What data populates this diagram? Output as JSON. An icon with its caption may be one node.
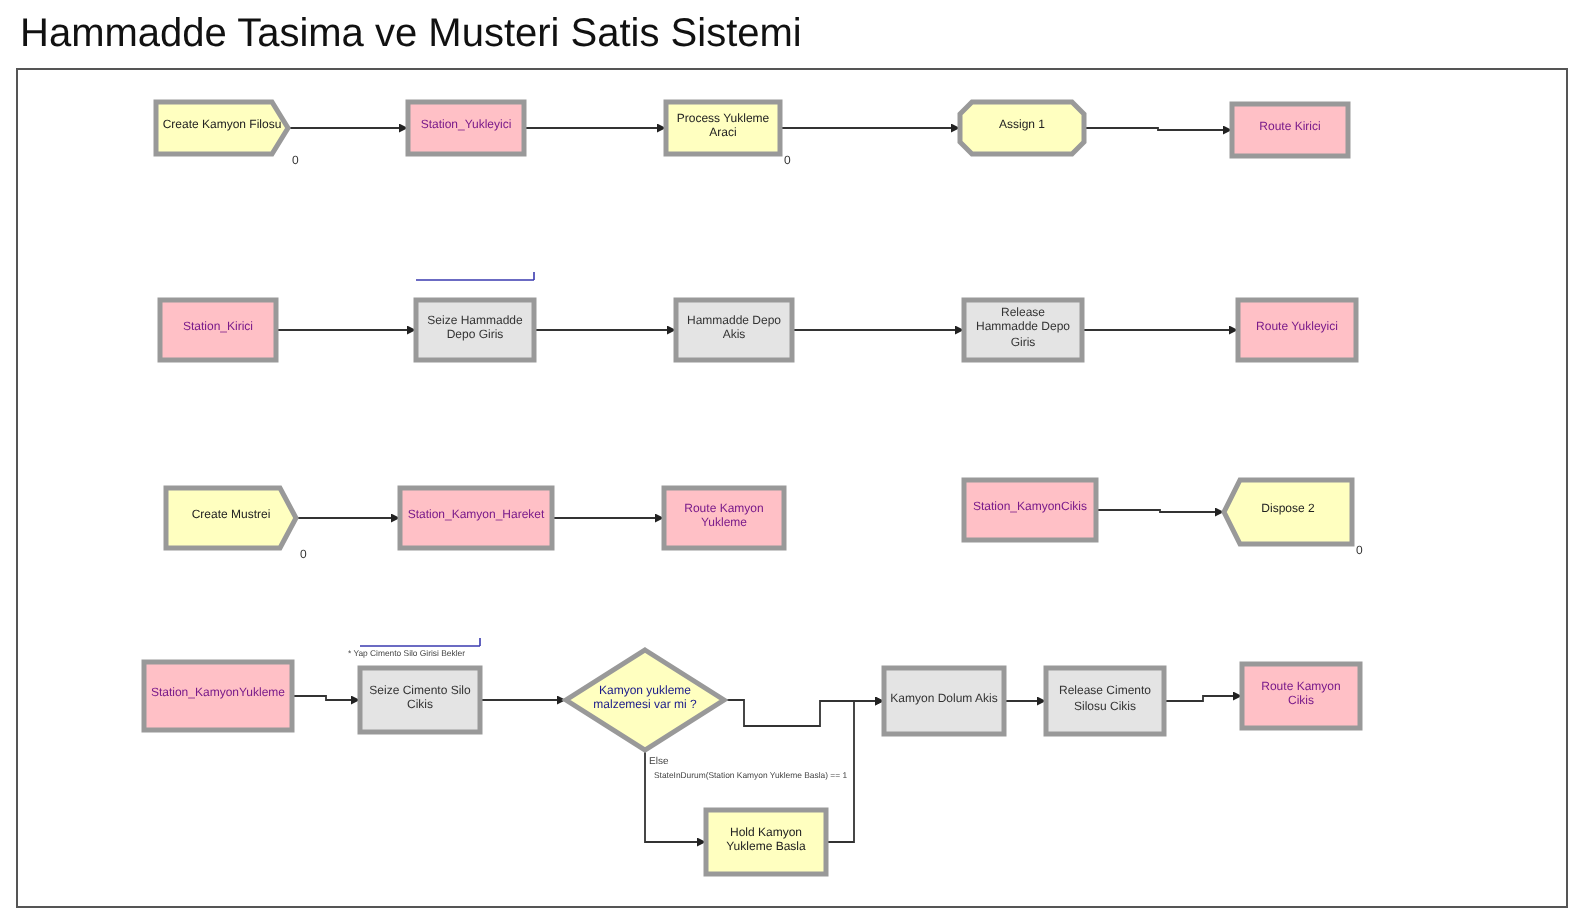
{
  "diagram": {
    "title": "Hammadde Tasima ve Musteri Satis Sistemi",
    "nodes": [
      {
        "text": [
          "Create Kamyon Filosu"
        ],
        "beside": [
          "0"
        ]
      },
      {
        "text": [
          "Station_Yukleyici"
        ]
      },
      {
        "text": [
          "Process Yukleme Araci"
        ],
        "beside": [
          "0"
        ]
      },
      {
        "text": [
          "Assign 1"
        ]
      },
      {
        "text": [
          "Route Kirici"
        ]
      },
      {
        "text": [
          "Station_Kirici"
        ]
      },
      {
        "text": [
          "Seize Hammadde Depo Giris"
        ]
      },
      {
        "text": [
          "Hammadde Depo Akis"
        ]
      },
      {
        "text": [
          "Release Hammadde Depo Giris"
        ]
      },
      {
        "text": [
          "Route Yukleyici"
        ]
      },
      {
        "text": [
          "Create Mustrei"
        ],
        "beside": [
          "0"
        ]
      },
      {
        "text": [
          "Station_Kamyon_Hareket"
        ]
      },
      {
        "text": [
          "Route Kamyon Yukleme"
        ]
      },
      {
        "text": [
          "Station_KamyonCikis"
        ]
      },
      {
        "text": [
          "Dispose 2"
        ],
        "beside": [
          "0"
        ]
      },
      {
        "text": [
          "Station_KamyonYukleme"
        ]
      },
      {
        "text": [
          "Seize Cimento Silo Cikis"
        ]
      },
      {
        "text": [
          "Kamyon yukleme malzemesi var mi ?"
        ]
      },
      {
        "text": [
          "Kamyon Dolum Akis"
        ]
      },
      {
        "text": [
          "Release Cimento Silosu Cikis"
        ]
      },
      {
        "text": [
          "Route Kamyon Cikis"
        ]
      },
      {
        "text": [
          "Hold Kamyon Yukleme Basla"
        ]
      }
    ],
    "edges": [
      {
        "from": 0,
        "to": 1,
        "arrow": "to"
      },
      {
        "from": 1,
        "to": 2,
        "arrow": "to"
      },
      {
        "from": 2,
        "to": 3,
        "arrow": "to"
      },
      {
        "from": 3,
        "to": 4,
        "arrow": "to"
      },
      {
        "from": 5,
        "to": 6,
        "arrow": "to"
      },
      {
        "from": 6,
        "to": 7,
        "arrow": "to"
      },
      {
        "from": 7,
        "to": 8,
        "arrow": "to"
      },
      {
        "from": 8,
        "to": 9,
        "arrow": "to"
      },
      {
        "from": 10,
        "to": 11,
        "arrow": "to"
      },
      {
        "from": 11,
        "to": 12,
        "arrow": "to"
      },
      {
        "from": 13,
        "to": 14,
        "arrow": "to"
      },
      {
        "from": 15,
        "to": 16,
        "arrow": "to"
      },
      {
        "from": 16,
        "to": 17,
        "arrow": "to"
      },
      {
        "from": 17,
        "to": 18,
        "arrow": "to"
      },
      {
        "from": 17,
        "to": 21,
        "label": "Else",
        "arrow": "to"
      },
      {
        "from": 21,
        "to": 18,
        "arrow": "to"
      },
      {
        "from": 18,
        "to": 19,
        "arrow": "to"
      },
      {
        "from": 19,
        "to": 20,
        "arrow": "to"
      }
    ],
    "labels": [
      "* Yap Cimento Silo Girisi Bekler",
      "StateInDurum(Station Kamyon Yukleme Basla) == 1"
    ]
  }
}
